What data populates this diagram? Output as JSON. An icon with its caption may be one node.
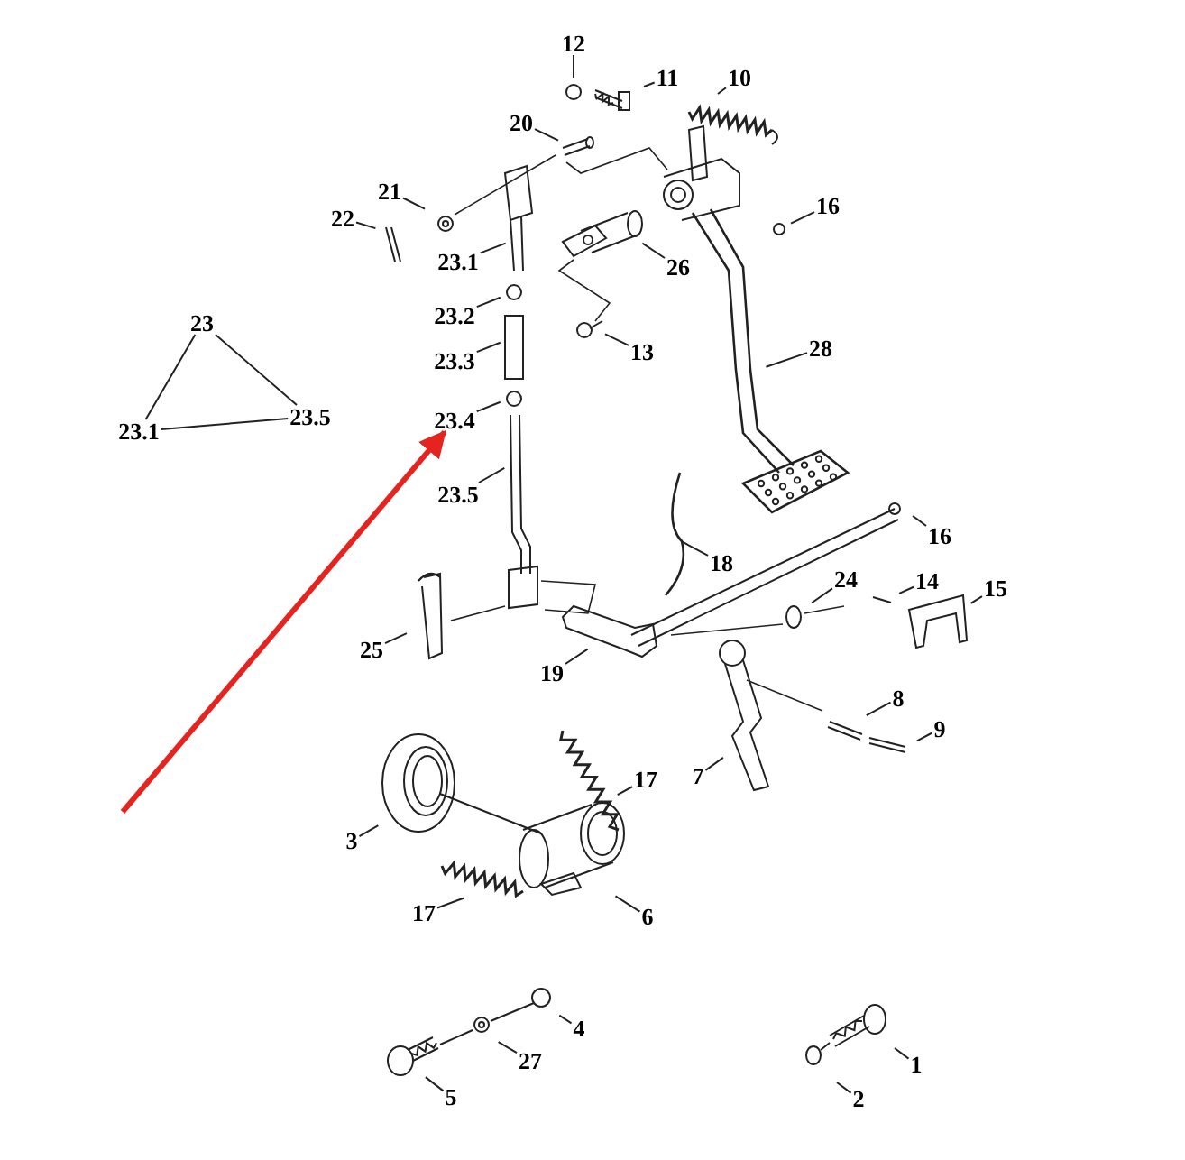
{
  "diagram": {
    "nodes": [
      {
        "text": [
          "12"
        ]
      },
      {
        "text": [
          "11"
        ]
      },
      {
        "text": [
          "10"
        ]
      },
      {
        "text": [
          "20"
        ]
      },
      {
        "text": [
          "21"
        ]
      },
      {
        "text": [
          "22"
        ]
      },
      {
        "text": [
          "16"
        ]
      },
      {
        "text": [
          "23.1"
        ]
      },
      {
        "text": [
          "26"
        ]
      },
      {
        "text": [
          "23.2"
        ]
      },
      {
        "text": [
          "13"
        ]
      },
      {
        "text": [
          "23.3"
        ]
      },
      {
        "text": [
          "28"
        ]
      },
      {
        "text": [
          "23"
        ]
      },
      {
        "text": [
          "23.1"
        ]
      },
      {
        "text": [
          "23.5"
        ]
      },
      {
        "text": [
          "23.4"
        ]
      },
      {
        "text": [
          "23.5"
        ]
      },
      {
        "text": [
          "18"
        ]
      },
      {
        "text": [
          "16"
        ]
      },
      {
        "text": [
          "24"
        ]
      },
      {
        "text": [
          "14"
        ]
      },
      {
        "text": [
          "15"
        ]
      },
      {
        "text": [
          "25"
        ]
      },
      {
        "text": [
          "19"
        ]
      },
      {
        "text": [
          "8"
        ]
      },
      {
        "text": [
          "9"
        ]
      },
      {
        "text": [
          "7"
        ]
      },
      {
        "text": [
          "3"
        ]
      },
      {
        "text": [
          "17"
        ]
      },
      {
        "text": [
          "17"
        ]
      },
      {
        "text": [
          "6"
        ]
      },
      {
        "text": [
          "4"
        ]
      },
      {
        "text": [
          "27"
        ]
      },
      {
        "text": [
          "5"
        ]
      },
      {
        "text": [
          "1"
        ]
      },
      {
        "text": [
          "2"
        ]
      }
    ],
    "edges": [
      {
        "from": 0,
        "to": null,
        "arrow": "none"
      },
      {
        "from": 1,
        "to": null,
        "arrow": "none"
      },
      {
        "from": 2,
        "to": null,
        "arrow": "none"
      },
      {
        "from": 3,
        "to": null,
        "arrow": "none"
      },
      {
        "from": 4,
        "to": null,
        "arrow": "none"
      },
      {
        "from": 5,
        "to": null,
        "arrow": "none"
      },
      {
        "from": 6,
        "to": null,
        "arrow": "none"
      },
      {
        "from": 7,
        "to": null,
        "arrow": "none"
      },
      {
        "from": 8,
        "to": null,
        "arrow": "none"
      },
      {
        "from": 9,
        "to": null,
        "arrow": "none"
      },
      {
        "from": 10,
        "to": null,
        "arrow": "none"
      },
      {
        "from": 11,
        "to": null,
        "arrow": "none"
      },
      {
        "from": 12,
        "to": null,
        "arrow": "none"
      },
      {
        "from": 13,
        "to": 14,
        "arrow": "none"
      },
      {
        "from": 13,
        "to": 15,
        "arrow": "none"
      },
      {
        "from": 14,
        "to": 15,
        "arrow": "none"
      },
      {
        "from": 16,
        "to": null,
        "arrow": "none"
      },
      {
        "from": 17,
        "to": null,
        "arrow": "none"
      },
      {
        "from": 18,
        "to": null,
        "arrow": "none"
      },
      {
        "from": 19,
        "to": null,
        "arrow": "none"
      },
      {
        "from": 20,
        "to": null,
        "arrow": "none"
      },
      {
        "from": 21,
        "to": null,
        "arrow": "none"
      },
      {
        "from": 22,
        "to": null,
        "arrow": "none"
      },
      {
        "from": 23,
        "to": null,
        "arrow": "none"
      },
      {
        "from": 24,
        "to": null,
        "arrow": "none"
      },
      {
        "from": 25,
        "to": null,
        "arrow": "none"
      },
      {
        "from": 26,
        "to": null,
        "arrow": "none"
      },
      {
        "from": 27,
        "to": null,
        "arrow": "none"
      },
      {
        "from": 28,
        "to": null,
        "arrow": "none"
      },
      {
        "from": 29,
        "to": null,
        "arrow": "none"
      },
      {
        "from": 30,
        "to": null,
        "arrow": "none"
      },
      {
        "from": 31,
        "to": null,
        "arrow": "none"
      },
      {
        "from": 32,
        "to": null,
        "arrow": "none"
      },
      {
        "from": 33,
        "to": null,
        "arrow": "none"
      },
      {
        "from": 34,
        "to": null,
        "arrow": "none"
      },
      {
        "from": 35,
        "to": null,
        "arrow": "none"
      },
      {
        "from": 36,
        "to": null,
        "arrow": "none"
      },
      {
        "from": null,
        "to": 16,
        "arrow": "to",
        "style": "thick",
        "color": "#e52420"
      }
    ]
  }
}
